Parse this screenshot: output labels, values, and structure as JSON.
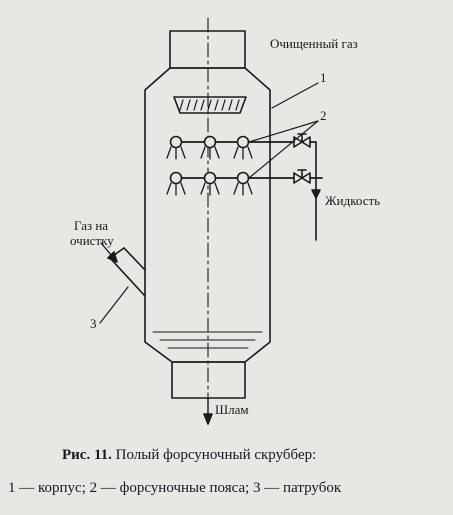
{
  "labels": {
    "clean_gas": "Очищенный газ",
    "liquid": "Жидкость",
    "gas_inlet_line1": "Газ на",
    "gas_inlet_line2": "очистку",
    "sludge": "Шлам",
    "num1": "1",
    "num2": "2",
    "num3": "3"
  },
  "caption": {
    "prefix": "Рис. 11.",
    "title": " Полый форсуночный скруббер:",
    "legend": "1 — корпус; 2 — форсуночные пояса; 3 — патрубок"
  }
}
